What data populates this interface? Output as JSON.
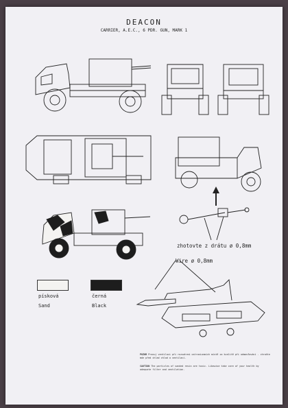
{
  "title": "DEACON",
  "subtitle": "CARRIER, A.E.C., 6 PDR. GUN, MARK 1",
  "wire_cz": "zhotovte z drátu ø 0,8mm",
  "wire_en": "Wire ø 0,8mm",
  "colors": [
    {
      "cz": "písková",
      "en": "Sand",
      "hex": "#f4f3f1"
    },
    {
      "cz": "černá",
      "en": "Black",
      "hex": "#1d1d1d"
    }
  ],
  "notes": {
    "cz_label": "POZOR",
    "cz_text": "Pracuj ventilaci při rozsahrmí ostrasionmích místě za kvalitě při odmasťování - chraňte mde před chlad chlad a ventilací.",
    "en_label": "CAUTION",
    "en_text": "The particles of sanded resin are toxic. Likewise take care of your health by adequate filter and ventilation."
  }
}
